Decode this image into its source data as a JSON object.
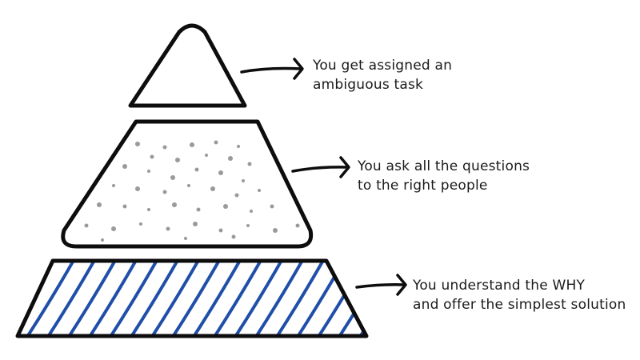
{
  "tiers": [
    {
      "id": "top",
      "lines": [
        "You get assigned an",
        "ambiguous task"
      ],
      "fill": "none"
    },
    {
      "id": "middle",
      "lines": [
        "You ask all the questions",
        "to the right people"
      ],
      "fill": "dots"
    },
    {
      "id": "bottom",
      "lines": [
        "You understand the WHY",
        "and offer the simplest solution"
      ],
      "fill": "diagonal-hatch"
    }
  ],
  "colors": {
    "outline": "#0d0d0d",
    "dots": "#9a9a9a",
    "hatch": "#1f4fa8",
    "background": "#ffffff"
  },
  "icons": [
    "arrow-right-icon",
    "arrow-right-icon",
    "arrow-right-icon"
  ]
}
